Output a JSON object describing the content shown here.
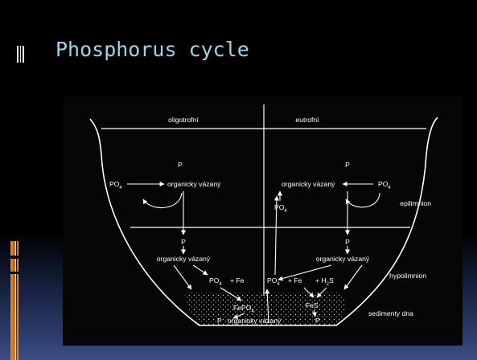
{
  "slide": {
    "title": "Phosphorus cycle",
    "colors": {
      "background": "#000000",
      "title": "#9fd3ec",
      "accent_orange": "#e8782b",
      "accent_yellow": "#f5d43a",
      "bottom_band": "#3d4d86"
    }
  },
  "diagram": {
    "zones": {
      "left": "oligotrofní",
      "right": "eutrofní"
    },
    "layers": {
      "epilimnion": "epilimnion",
      "hypolimnion": "hypolimnion",
      "sediment": "sedimenty dna"
    },
    "epi_left": {
      "p": "P",
      "po4": "PO",
      "po4_sub": "4",
      "bound": "organicky vázaný"
    },
    "epi_right": {
      "p": "P",
      "po4": "PO",
      "po4_sub": "4",
      "bound": "organicky vázaný",
      "po4_up": "PO",
      "po4_up_sub": "4"
    },
    "hypo_left": {
      "p": "P",
      "bound": "organicky vázaný",
      "po4": "PO",
      "po4_sub": "4",
      "fe": "+ Fe"
    },
    "hypo_right": {
      "p": "P",
      "bound": "organicky vázaný",
      "po4": "PO",
      "po4_sub": "4",
      "fe": "+ Fe",
      "h2s": "+ H",
      "h2s_sub": "2",
      "h2s_end": "S"
    },
    "sediment_items": {
      "fepo4": "FePO",
      "fepo4_sub": "4",
      "fes": "FeS",
      "p_left": "P",
      "bound": "organicky vázaný",
      "p_right": "P"
    }
  }
}
